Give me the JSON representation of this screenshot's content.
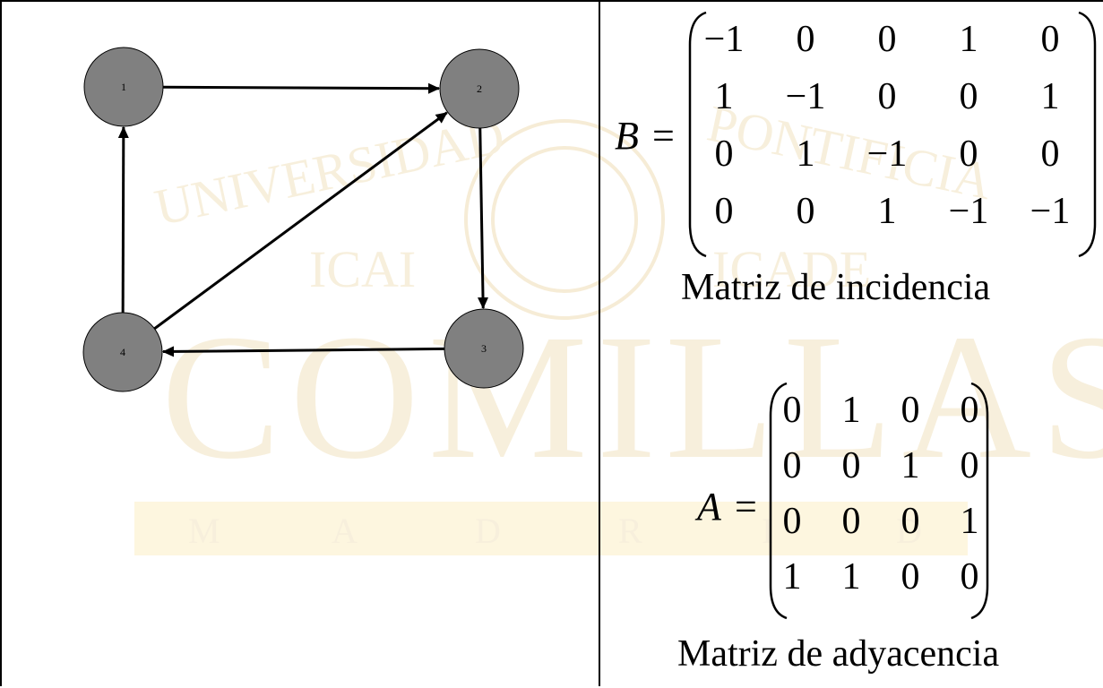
{
  "watermark": {
    "words": [
      "UNIVERSIDAD",
      "PONTIFICIA",
      "ICAI",
      "ICADE",
      "COMILLAS"
    ],
    "letters": [
      "M",
      "A",
      "D",
      "R",
      "I",
      "D"
    ],
    "colors": {
      "text": "#f7efdc",
      "band": "#fdf6df"
    }
  },
  "graph": {
    "nodes": [
      {
        "id": "1",
        "label": "1"
      },
      {
        "id": "2",
        "label": "2"
      },
      {
        "id": "3",
        "label": "3"
      },
      {
        "id": "4",
        "label": "4"
      }
    ],
    "edges": [
      {
        "from": "1",
        "to": "2"
      },
      {
        "from": "2",
        "to": "3"
      },
      {
        "from": "3",
        "to": "4"
      },
      {
        "from": "4",
        "to": "1"
      },
      {
        "from": "4",
        "to": "2"
      }
    ],
    "node_color": "#808080"
  },
  "incidence": {
    "name": "B",
    "equals": "=",
    "rows": [
      [
        "−1",
        "0",
        "0",
        "1",
        "0"
      ],
      [
        "1",
        "−1",
        "0",
        "0",
        "1"
      ],
      [
        "0",
        "1",
        "−1",
        "0",
        "0"
      ],
      [
        "0",
        "0",
        "1",
        "−1",
        "−1"
      ]
    ],
    "caption": "Matriz de incidencia"
  },
  "adjacency": {
    "name": "A",
    "equals": "=",
    "rows": [
      [
        "0",
        "1",
        "0",
        "0"
      ],
      [
        "0",
        "0",
        "1",
        "0"
      ],
      [
        "0",
        "0",
        "0",
        "1"
      ],
      [
        "1",
        "1",
        "0",
        "0"
      ]
    ],
    "caption": "Matriz de adyacencia"
  }
}
